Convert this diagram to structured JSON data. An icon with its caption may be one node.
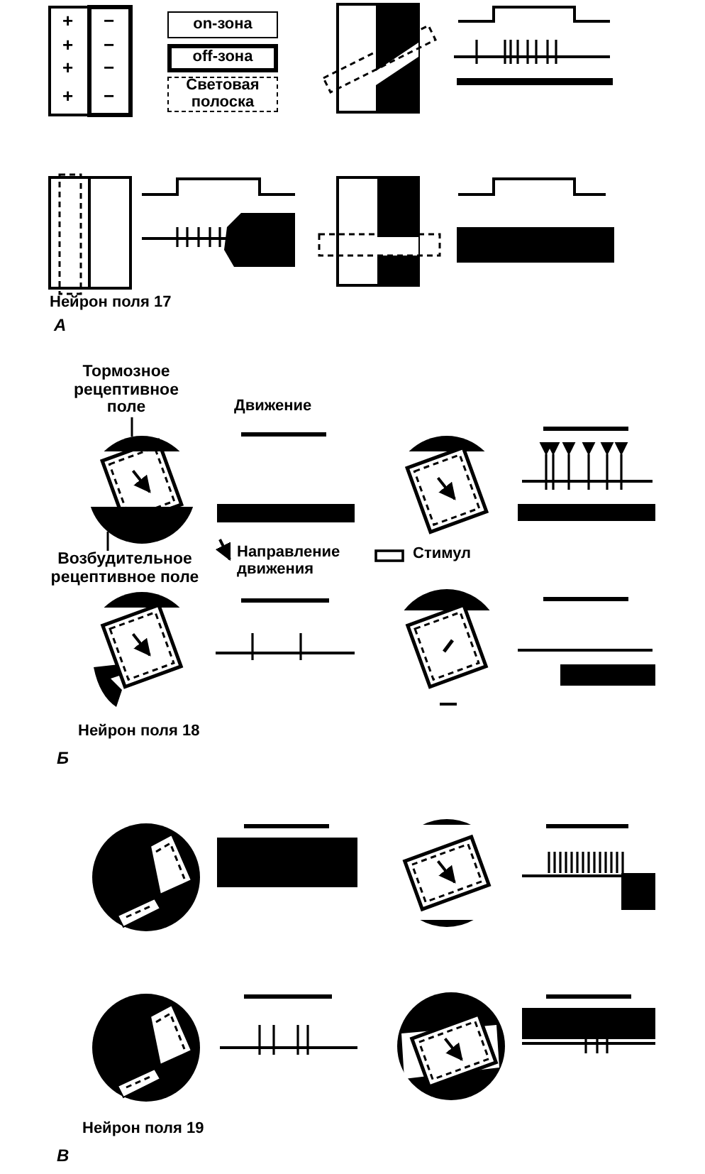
{
  "diagram": {
    "nodes": [
      {
        "text": [
          "on-зона"
        ]
      },
      {
        "text": [
          "off-зона"
        ]
      },
      {
        "text": [
          "Световая полоска"
        ]
      },
      {
        "text": [
          "Тормозное рецептивное поле"
        ]
      },
      {
        "text": [],
        "shape": "segment"
      },
      {
        "text": [],
        "shape": "segment"
      },
      {
        "text": [
          "Возбудительное рецептивное поле"
        ]
      }
    ],
    "edges": [
      {
        "from": 3,
        "to": 4,
        "arrow": "none"
      },
      {
        "from": 6,
        "to": 5,
        "arrow": "none"
      }
    ],
    "labels": [
      "+",
      "+",
      "+",
      "+",
      "−",
      "−",
      "−",
      "−",
      "Нейрон поля 17",
      "А",
      "Движение",
      "Нейрон поля 18",
      "Б",
      "Нейрон поля 19",
      "В"
    ],
    "legend": [
      {
        "text": "Направление движения"
      },
      {
        "text": "Стимул"
      }
    ]
  }
}
